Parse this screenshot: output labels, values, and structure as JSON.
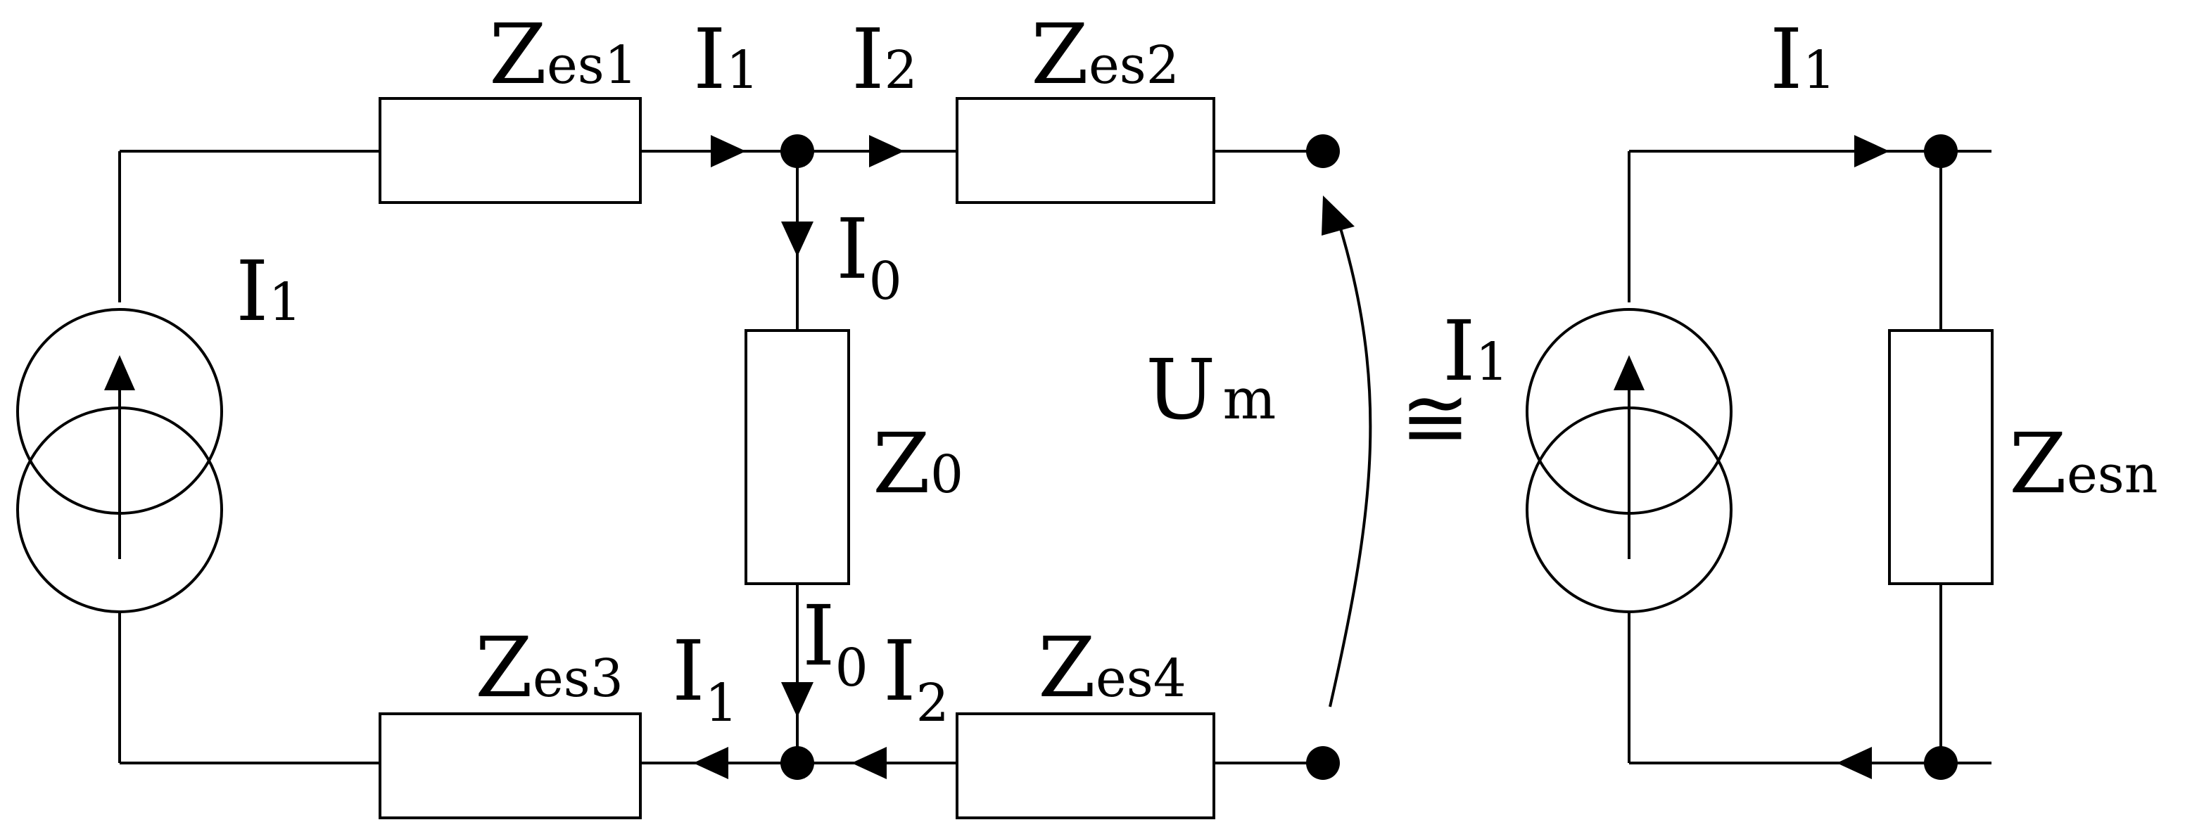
{
  "left_circuit": {
    "source_label": {
      "main": "I",
      "sub": "1"
    },
    "impedances": {
      "zes1": {
        "main": "Z",
        "sub": "es1"
      },
      "zes2": {
        "main": "Z",
        "sub": "es2"
      },
      "zes3": {
        "main": "Z",
        "sub": "es3"
      },
      "zes4": {
        "main": "Z",
        "sub": "es4"
      },
      "z0": {
        "main": "Z",
        "sub": "0"
      }
    },
    "currents": {
      "top_i1": {
        "main": "I",
        "sub": "1"
      },
      "top_i2": {
        "main": "I",
        "sub": "2"
      },
      "branch_i0_top": {
        "main": "I",
        "sub": "0"
      },
      "branch_i0_bottom": {
        "main": "I",
        "sub": "0"
      },
      "bottom_i1": {
        "main": "I",
        "sub": "1"
      },
      "bottom_i2": {
        "main": "I",
        "sub": "2"
      }
    },
    "voltage": {
      "main": "U",
      "sub": "m"
    }
  },
  "equivalence_symbol": "≅",
  "right_circuit": {
    "source_label": {
      "main": "I",
      "sub": "1"
    },
    "current_label": {
      "main": "I",
      "sub": "1"
    },
    "impedance": {
      "main": "Z",
      "sub": "esn"
    }
  }
}
